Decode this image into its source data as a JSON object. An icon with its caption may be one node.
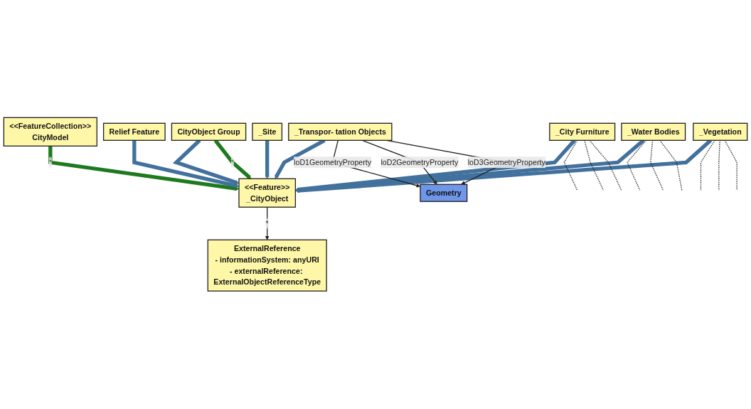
{
  "diagram": {
    "nodes": [
      {
        "text": [
          "<<FeatureCollection>>",
          "CityModel"
        ]
      },
      {
        "text": [
          "<<Feature>>",
          "_CityObject"
        ]
      },
      {
        "text": [
          "ExternalReference",
          "- informationSystem: anyURI",
          "- externalReference: ExternalObjectReferenceType"
        ]
      },
      {
        "text": [
          "_Transpor- tation Objects"
        ]
      },
      {
        "text": [
          "_City Furniture"
        ]
      },
      {
        "text": [
          "CityObject Group"
        ]
      },
      {
        "text": [
          "_Water Bodies"
        ]
      },
      {
        "text": [
          "_Site"
        ]
      },
      {
        "text": [
          "Relief Feature"
        ]
      },
      {
        "text": [
          "_Vegetation"
        ]
      },
      {
        "text": [
          "Geometry"
        ]
      }
    ],
    "edges": [
      {
        "from": 0,
        "to": 1,
        "arrow": "to",
        "label": "*",
        "style": "thick",
        "color": "#1e7a1e"
      },
      {
        "from": 1,
        "to": 2,
        "arrow": "to",
        "label": "*"
      },
      {
        "from": 8,
        "to": 1,
        "arrow": "to",
        "style": "thick",
        "color": "#41719c"
      },
      {
        "from": 3,
        "to": 1,
        "arrow": "to",
        "style": "thick",
        "color": "#41719c"
      },
      {
        "from": 4,
        "to": 1,
        "arrow": "to",
        "style": "thick",
        "color": "#41719c"
      },
      {
        "from": 5,
        "to": 1,
        "arrow": "to",
        "style": "thick",
        "color": "#41719c"
      },
      {
        "from": 6,
        "to": 1,
        "arrow": "to",
        "style": "thick",
        "color": "#41719c"
      },
      {
        "from": 9,
        "to": 1,
        "arrow": "to",
        "style": "thick",
        "color": "#41719c"
      },
      {
        "from": 7,
        "to": 1,
        "arrow": "to",
        "style": "thick",
        "color": "#41719c"
      },
      {
        "from": 5,
        "to": 1,
        "arrow": "to",
        "label": "*",
        "style": "thick",
        "color": "#1e7a1e"
      },
      {
        "from": 3,
        "to": 10,
        "arrow": "to",
        "label": "loD1GeometryProperty"
      },
      {
        "from": 3,
        "to": 10,
        "arrow": "to",
        "label": "loD2GeometryProperty"
      },
      {
        "from": 3,
        "to": 10,
        "arrow": "to",
        "label": "loD3GeometryProperty"
      },
      {
        "from": 4,
        "to": null,
        "arrow": "none",
        "style": "dashed"
      },
      {
        "from": 4,
        "to": null,
        "arrow": "none",
        "style": "dashed"
      },
      {
        "from": 4,
        "to": null,
        "arrow": "none",
        "style": "dashed"
      },
      {
        "from": 6,
        "to": null,
        "arrow": "none",
        "style": "dashed"
      },
      {
        "from": 6,
        "to": null,
        "arrow": "none",
        "style": "dashed"
      },
      {
        "from": 6,
        "to": null,
        "arrow": "none",
        "style": "dashed"
      },
      {
        "from": 9,
        "to": null,
        "arrow": "none",
        "style": "dashed"
      },
      {
        "from": 9,
        "to": null,
        "arrow": "none",
        "style": "dashed"
      },
      {
        "from": 9,
        "to": null,
        "arrow": "none",
        "style": "dashed"
      }
    ]
  }
}
